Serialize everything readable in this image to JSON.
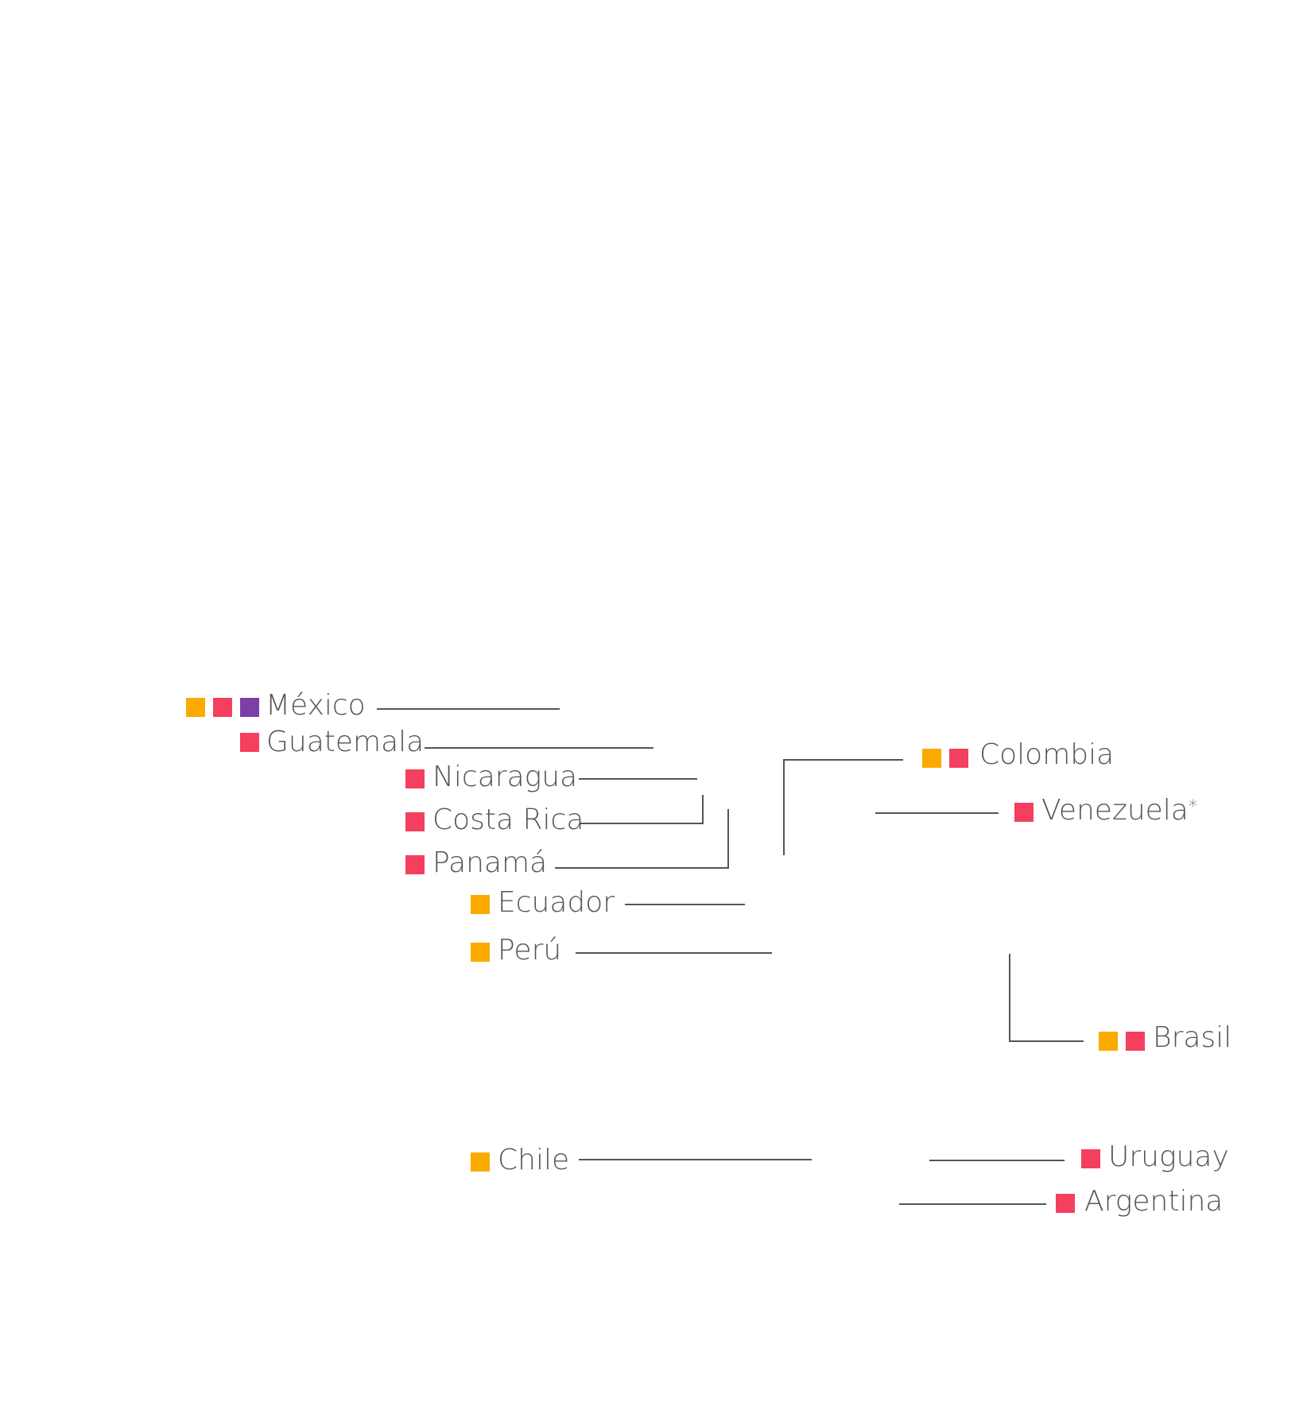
{
  "colors": {
    "orange": "#FBAA00",
    "red": "#F43F5E",
    "purple": "#7B3FA8",
    "line": "#555555",
    "text": "#555555"
  },
  "countries": {
    "mexico": {
      "name": "México",
      "markers": [
        "orange",
        "red",
        "purple"
      ]
    },
    "guatemala": {
      "name": "Guatemala",
      "markers": [
        "red"
      ]
    },
    "nicaragua": {
      "name": "Nicaragua",
      "markers": [
        "red"
      ]
    },
    "costa_rica": {
      "name": "Costa Rica",
      "markers": [
        "red"
      ]
    },
    "panama": {
      "name": "Panamá",
      "markers": [
        "red"
      ]
    },
    "ecuador": {
      "name": "Ecuador",
      "markers": [
        "orange"
      ]
    },
    "peru": {
      "name": "Perú",
      "markers": [
        "orange"
      ]
    },
    "chile": {
      "name": "Chile",
      "markers": [
        "orange"
      ]
    },
    "colombia": {
      "name": "Colombia",
      "markers": [
        "orange",
        "red"
      ]
    },
    "venezuela": {
      "name": "Venezuela",
      "note": "*",
      "markers": [
        "red"
      ]
    },
    "brasil": {
      "name": "Brasil",
      "markers": [
        "orange",
        "red"
      ]
    },
    "uruguay": {
      "name": "Uruguay",
      "markers": [
        "red"
      ]
    },
    "argentina": {
      "name": "Argentina",
      "markers": [
        "red"
      ]
    }
  }
}
